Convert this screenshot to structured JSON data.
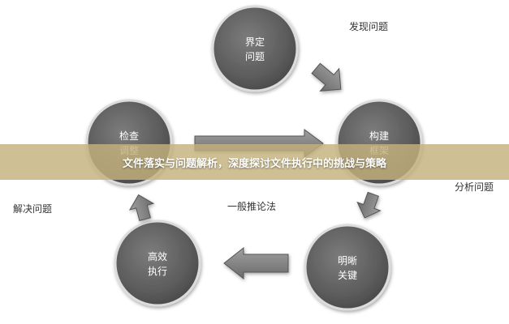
{
  "banner": {
    "title": "文件落实与问题解析，深度探讨文件执行中的挑战与策略"
  },
  "labels": {
    "discover": "发现问题",
    "analyze": "分析问题",
    "solve": "解决问题",
    "general": "一般推论法"
  },
  "nodes": {
    "define": {
      "line1": "界定",
      "line2": "问题"
    },
    "construct": {
      "line1": "构建",
      "line2": "框架"
    },
    "clarify": {
      "line1": "明晰",
      "line2": "关键"
    },
    "execute": {
      "line1": "高效",
      "line2": "执行"
    },
    "check": {
      "line1": "检查",
      "line2": "调整"
    }
  },
  "colors": {
    "node": "#5f5f5f",
    "arrow": "#7a7a7a",
    "banner": "#c3b27d"
  }
}
